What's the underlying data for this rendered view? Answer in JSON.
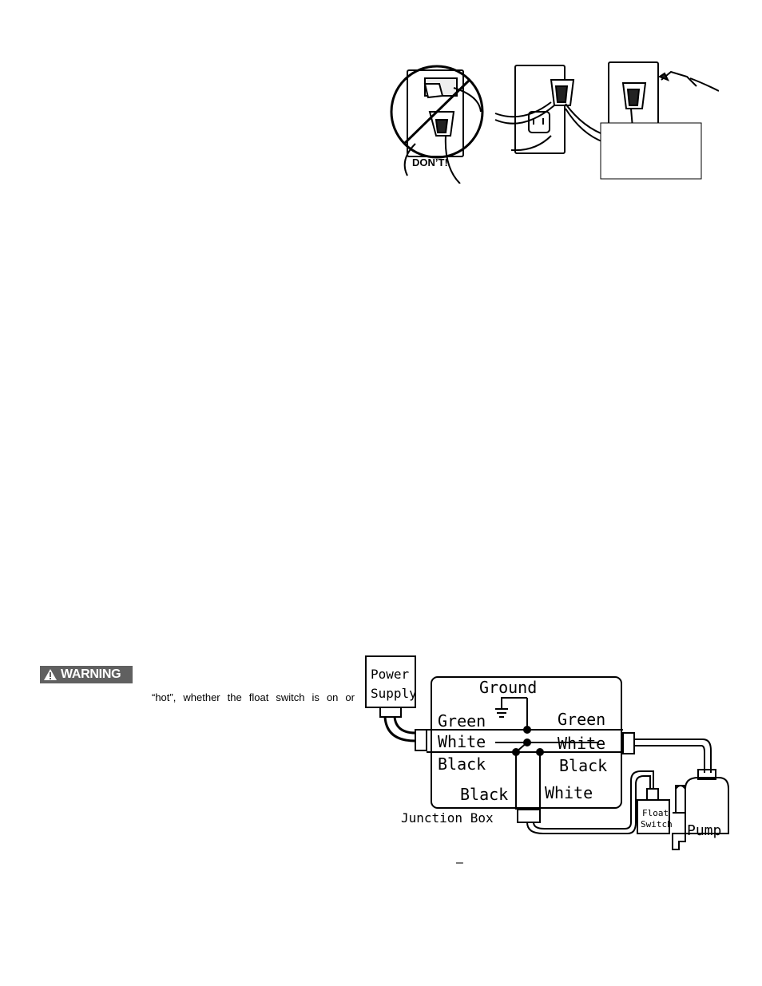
{
  "figure_plug": {
    "dont_label": "DON’T!"
  },
  "warning": {
    "badge_label": "WARNING",
    "text": "“hot”, whether the float switch is on or"
  },
  "wiring": {
    "power_supply_line1": "Power",
    "power_supply_line2": "Supply",
    "ground": "Ground",
    "green_left": "Green",
    "green_right": "Green",
    "white_left": "White",
    "white_right": "White",
    "black_left": "Black",
    "black_right": "Black",
    "black_bottom": "Black",
    "white_bottom": "White",
    "junction_box": "Junction Box",
    "float_switch_line1": "Float",
    "float_switch_line2": "Switch",
    "pump": "Pump"
  },
  "page_mark": "–"
}
